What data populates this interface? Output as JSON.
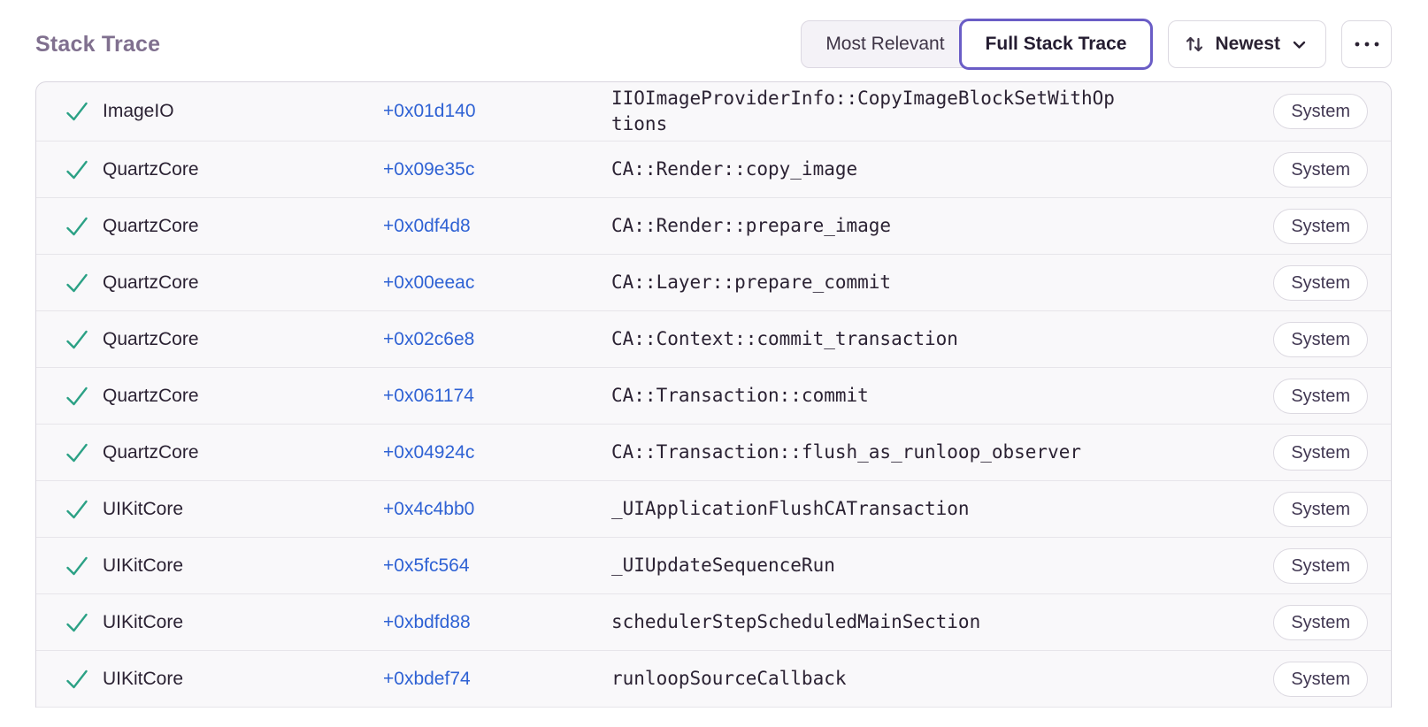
{
  "header": {
    "title": "Stack Trace",
    "display_options": [
      {
        "label": "Most Relevant",
        "active": false
      },
      {
        "label": "Full Stack Trace",
        "active": true
      }
    ],
    "sort_button": {
      "label": "Newest",
      "icon": "sort-arrows-icon"
    },
    "more_button": {
      "icon": "ellipsis-icon"
    }
  },
  "colors": {
    "accent_purple": "#6a5dc6",
    "link_blue": "#2f62d4",
    "check_green": "#2ba185",
    "heading_gray": "#80708f",
    "row_background": "#f9f8fa",
    "border": "#dcd9e1"
  },
  "stack_frames": [
    {
      "module": "ImageIO",
      "address": "+0x01d140",
      "function": "IIOImageProviderInfo::CopyImageBlockSetWithOptions",
      "tag": "System"
    },
    {
      "module": "QuartzCore",
      "address": "+0x09e35c",
      "function": "CA::Render::copy_image",
      "tag": "System"
    },
    {
      "module": "QuartzCore",
      "address": "+0x0df4d8",
      "function": "CA::Render::prepare_image",
      "tag": "System"
    },
    {
      "module": "QuartzCore",
      "address": "+0x00eeac",
      "function": "CA::Layer::prepare_commit",
      "tag": "System"
    },
    {
      "module": "QuartzCore",
      "address": "+0x02c6e8",
      "function": "CA::Context::commit_transaction",
      "tag": "System"
    },
    {
      "module": "QuartzCore",
      "address": "+0x061174",
      "function": "CA::Transaction::commit",
      "tag": "System"
    },
    {
      "module": "QuartzCore",
      "address": "+0x04924c",
      "function": "CA::Transaction::flush_as_runloop_observer",
      "tag": "System"
    },
    {
      "module": "UIKitCore",
      "address": "+0x4c4bb0",
      "function": "_UIApplicationFlushCATransaction",
      "tag": "System"
    },
    {
      "module": "UIKitCore",
      "address": "+0x5fc564",
      "function": "_UIUpdateSequenceRun",
      "tag": "System"
    },
    {
      "module": "UIKitCore",
      "address": "+0xbdfd88",
      "function": "schedulerStepScheduledMainSection",
      "tag": "System"
    },
    {
      "module": "UIKitCore",
      "address": "+0xbdef74",
      "function": "runloopSourceCallback",
      "tag": "System"
    }
  ]
}
